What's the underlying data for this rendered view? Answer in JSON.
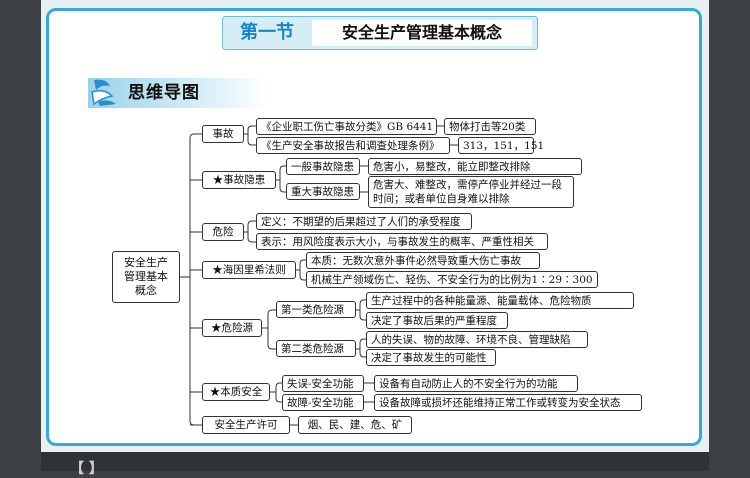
{
  "header": {
    "section": "第一节",
    "title": "安全生产管理基本概念"
  },
  "mindmap_heading": "思维导图",
  "root": "安全生产管理基本概念",
  "nodes": {
    "accident": "事故",
    "accident_c1": "《企业职工伤亡事故分类》GB 6441",
    "accident_c1_leaf": "物体打击等20类",
    "accident_c2": "《生产安全事故报告和调查处理条例》",
    "accident_c2_leaf": "313，151，151",
    "hazard": "★事故隐患",
    "hazard_general": "一般事故隐患",
    "hazard_general_leaf": "危害小，易整改，能立即整改排除",
    "hazard_major": "重大事故隐患",
    "hazard_major_leaf": "危害大、难整改，需停产停业并经过一段时间；或者单位自身难以排除",
    "danger": "危险",
    "danger_def": "定义：不期望的后果超过了人们的承受程度",
    "danger_expr": "表示：用风险度表示大小，与事故发生的概率、严重性相关",
    "heinrich": "★海因里希法则",
    "heinrich_essence": "本质：无数次意外事件必然导致重大伤亡事故",
    "heinrich_ratio": "机械生产领域伤亡、轻伤、不安全行为的比例为1∶29∶300",
    "source": "★危险源",
    "source_type1": "第一类危险源",
    "source_type1_a": "生产过程中的各种能量源、能量载体、危险物质",
    "source_type1_b": "决定了事故后果的严重程度",
    "source_type2": "第二类危险源",
    "source_type2_a": "人的失误、物的故障、环境不良、管理缺陷",
    "source_type2_b": "决定了事故发生的可能性",
    "intrinsic": "★本质安全",
    "intrinsic_fool": "失误-安全功能",
    "intrinsic_fool_leaf": "设备有自动防止人的不安全行为的功能",
    "intrinsic_fail": "故障-安全功能",
    "intrinsic_fail_leaf": "设备故障或损坏还能维持正常工作或转变为安全状态",
    "license": "安全生产许可",
    "license_leaf": "烟、民、建、危、矿"
  },
  "colors": {
    "accent": "#36a9d8",
    "section_text": "#1586c4",
    "banner": "#9ad2ea"
  },
  "icons": {
    "mindmap": "mindmap-logo-icon"
  },
  "footer_fragment": "【 】"
}
